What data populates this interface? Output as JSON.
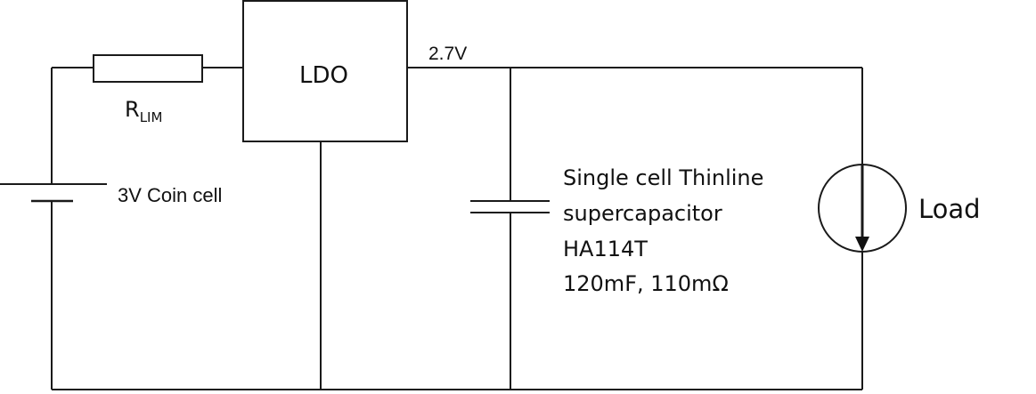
{
  "diagram": {
    "type": "circuit-schematic",
    "components": {
      "battery": {
        "label": "3V Coin cell"
      },
      "resistor": {
        "label_main": "R",
        "label_sub": "LIM"
      },
      "regulator": {
        "label": "LDO"
      },
      "output_node": {
        "label": "2.7V"
      },
      "supercapacitor": {
        "lines": [
          "Single cell Thinline",
          "supercapacitor",
          "HA114T",
          "120mF, 110mΩ"
        ]
      },
      "load": {
        "label": "Load"
      }
    },
    "colors": {
      "line": "#1a1a1a",
      "background": "#ffffff"
    }
  }
}
